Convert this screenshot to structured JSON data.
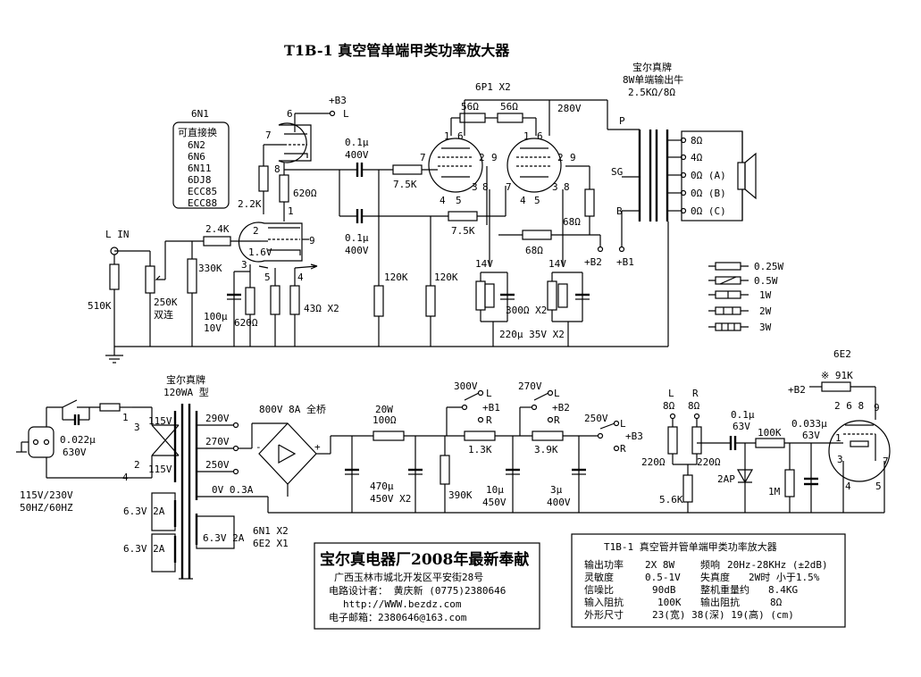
{
  "title": "T1B-1  真空管单端甲类功率放大器",
  "input": {
    "label": "L IN",
    "r510": "510K",
    "pot": "250K",
    "pot_note": "双连",
    "r24": "2.4K",
    "r330": "330K"
  },
  "v1": {
    "name": "6N1",
    "equiv_title": "可直接换",
    "equiv": [
      "6N2",
      "6N6",
      "6N11",
      "6DJ8",
      "ECC85",
      "ECC88"
    ],
    "supply": "+B3",
    "supply_ch": "L"
  },
  "stage1": {
    "r22k": "2.2K",
    "r620a": "620Ω",
    "v16": "1.6V",
    "pin6": "6",
    "pin7": "7",
    "pin8": "8",
    "pin1": "1",
    "pin2": "2",
    "pin3": "3",
    "pin5": "5",
    "pin4": "4",
    "pin9": "9",
    "c100": "100μ",
    "c100v": "10V",
    "r620b": "620Ω",
    "r43": "43Ω X2"
  },
  "coupling": {
    "c1": "0.1μ",
    "c1v": "400V",
    "c2": "0.1μ",
    "c2v": "400V",
    "r75a": "7.5K",
    "r75b": "7.5K",
    "r120a": "120K",
    "r120b": "120K"
  },
  "output_tubes": {
    "name": "6P1 X2",
    "r56a": "56Ω",
    "r56b": "56Ω",
    "v280": "280V",
    "r68v": "68Ω",
    "r68h": "68Ω",
    "v14a": "14V",
    "v14b": "14V",
    "r300": "300Ω X2",
    "c220": "220μ 35V X2",
    "b2": "+B2",
    "b1": "+B1",
    "pins_a": [
      "1",
      "6",
      "7",
      "2",
      "9",
      "4",
      "5",
      "3",
      "8"
    ],
    "pins_b": [
      "1",
      "6",
      "7",
      "2",
      "9",
      "4",
      "5",
      "3",
      "8"
    ]
  },
  "transformer": {
    "brand": "宝尔真牌",
    "type": "8W单端输出牛",
    "imp": "2.5KΩ/8Ω",
    "p": "P",
    "sg": "SG",
    "b": "B",
    "taps": [
      "8Ω",
      "4Ω",
      "0Ω (A)",
      "0Ω (B)",
      "0Ω (C)"
    ]
  },
  "legend": [
    "0.25W",
    "0.5W",
    "1W",
    "2W",
    "3W"
  ],
  "power": {
    "brand": "宝尔真牌",
    "model": "120WA 型",
    "c022": "0.022μ",
    "c022v": "630V",
    "mains": "115V/230V",
    "freq": "50HZ/60HZ",
    "prim_a": "115V",
    "prim_b": "115V",
    "pins": [
      "1",
      "3",
      "2",
      "4"
    ],
    "secs": [
      "290V",
      "270V",
      "250V",
      "0V 0.3A"
    ],
    "h1": "6.3V 2A",
    "h2": "6.3V 2A",
    "h3": "6.3V 2A",
    "heater_tubes": "6N1 X2",
    "heater_tubes2": "6E2 X1",
    "bridge": "800V 8A 全桥",
    "r20w": "20W",
    "r100": "100Ω",
    "c470": "470μ",
    "c470v": "450V X2",
    "v300": "300V",
    "v270": "270V",
    "v250": "250V",
    "r13": "1.3K",
    "r39k": "3.9K",
    "r390": "390K",
    "c10": "10μ",
    "c10v": "450V",
    "c3": "3μ",
    "c3v": "400V",
    "b1": "+B1",
    "b2": "+B2",
    "b3": "+B3",
    "l": "L",
    "r": "R"
  },
  "indicator": {
    "name": "6E2",
    "r91": "※ 91K",
    "b2": "+B2",
    "pins_top": "2 6 8",
    "pin9": "9",
    "pin1": "1",
    "pin3": "3",
    "pin7": "7",
    "pin4": "4",
    "pin5": "5",
    "l": "L",
    "r": "R",
    "l8": "8Ω",
    "r8": "8Ω",
    "r220a": "220Ω",
    "r220b": "220Ω",
    "r56k": "5.6K",
    "c01": "0.1μ",
    "c01v": "63V",
    "r100k": "100K",
    "c033": "0.033μ",
    "c033v": "63V",
    "diode": "2AP",
    "r1m": "1M"
  },
  "maker": {
    "headline": "宝尔真电器厂2008年最新奉献",
    "address": "广西玉林市城北开发区平安街28号",
    "designer": "电路设计者： 黄庆新    (0775)2380646",
    "web": "http://WWW.bezdz.com",
    "email": "电子邮箱：2380646@163.com"
  },
  "specs": {
    "title": "T1B-1 真空管并管单端甲类功率放大器",
    "rows": [
      [
        "输出功率",
        "2X  8W",
        "频响",
        "20Hz-28KHz (±2dB)"
      ],
      [
        "灵敏度",
        "0.5-1V",
        "失真度",
        "2W时 小于1.5%"
      ],
      [
        "信噪比",
        "90dB",
        "整机重量约",
        "8.4KG"
      ],
      [
        "输入阻抗",
        "100K",
        "输出阻抗",
        "8Ω"
      ],
      [
        "外形尺寸",
        "23(宽) 38(深) 19(高) (cm)",
        "",
        ""
      ]
    ]
  }
}
